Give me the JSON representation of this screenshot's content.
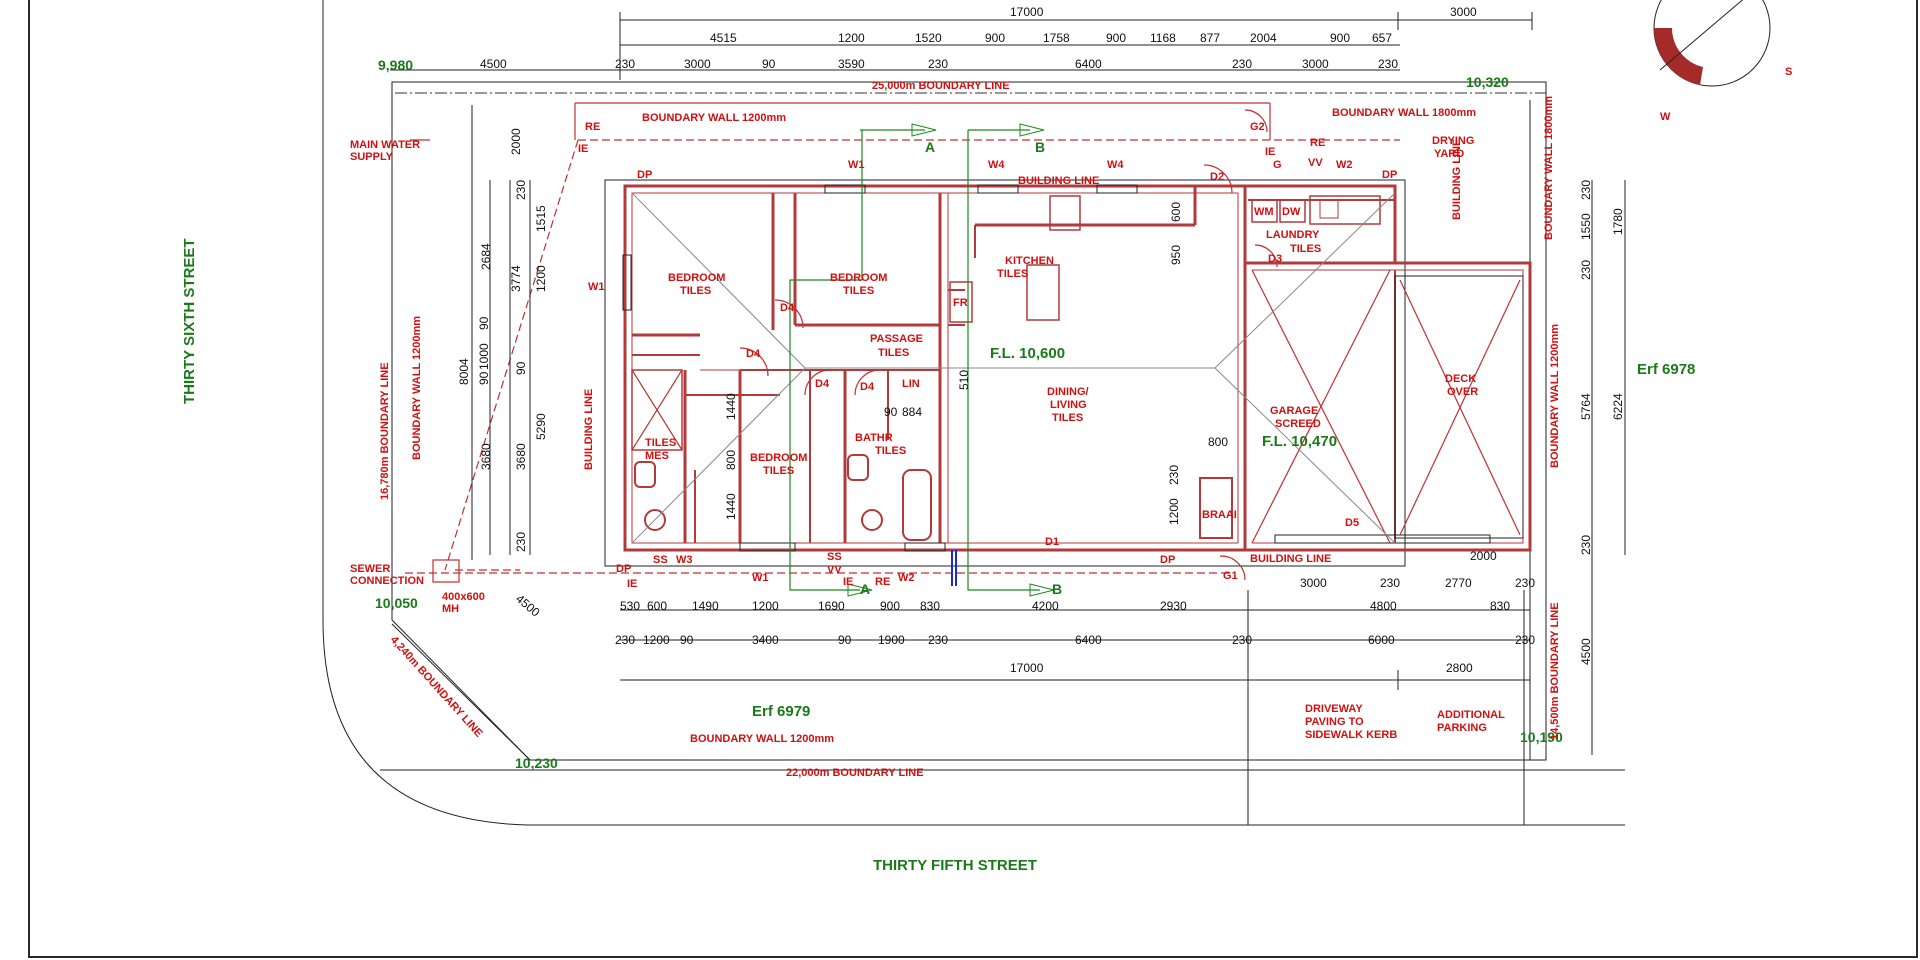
{
  "streets": {
    "thirty_sixth": "THIRTY SIXTH STREET",
    "thirty_fifth": "THIRTY FIFTH STREET"
  },
  "erfs": {
    "east": "Erf 6978",
    "south": "Erf 6979"
  },
  "levels": {
    "nw": "9,980",
    "ne": "10,320",
    "sw": "10,050",
    "se": "10,190",
    "s": "10,230",
    "living_fl": "F.L. 10,600",
    "garage_fl": "F.L. 10,470"
  },
  "boundary": {
    "north_line": "25,000m BOUNDARY LINE",
    "south_line": "22,000m BOUNDARY LINE",
    "west_line": "16,780m BOUNDARY LINE",
    "east_line": "14,500m BOUNDARY LINE",
    "corner_line": "4,240m BOUNDARY LINE",
    "north_wall": "BOUNDARY WALL 1200mm",
    "north_wall_east": "BOUNDARY WALL 1800mm",
    "south_wall": "BOUNDARY WALL 1200mm",
    "west_wall": "BOUNDARY WALL 1200mm",
    "east_wall_top": "BOUNDARY WALL 1800mm",
    "east_wall_mid": "BOUNDARY WALL 1200mm"
  },
  "labels": {
    "building_line": "BUILDING LINE",
    "main_water": "MAIN WATER",
    "supply": "SUPPLY",
    "sewer": "SEWER",
    "connection": "CONNECTION",
    "mh1": "400x600",
    "mh2": "MH",
    "drying": "DRYING",
    "yard": "YARD",
    "driveway": "DRIVEWAY",
    "paving": "PAVING TO",
    "kerb": "SIDEWALK KERB",
    "additional": "ADDITIONAL",
    "parking": "PARKING",
    "deck": "DECK",
    "over": "OVER"
  },
  "rooms": {
    "bed1": "BEDROOM",
    "bed1_f": "TILES",
    "bed2": "BEDROOM",
    "bed2_f": "TILES",
    "bed3": "BEDROOM",
    "bed3_f": "TILES",
    "passage": "PASSAGE",
    "passage_f": "TILES",
    "kitchen": "KITCHEN",
    "kitchen_f": "TILES",
    "dining": "DINING/",
    "living": "LIVING",
    "dining_f": "TILES",
    "ens": "TILES",
    "ens2": "MES",
    "bath": "BATHR",
    "bath_f": "TILES",
    "laundry": "LAUNDRY",
    "laundry_f": "TILES",
    "garage": "GARAGE",
    "garage_f": "SCREED",
    "braai": "BRAAI",
    "lin": "LIN",
    "fr": "FR",
    "wm": "WM",
    "dw": "DW"
  },
  "tags": {
    "re": "RE",
    "ie": "IE",
    "dp": "DP",
    "ss": "SS",
    "vv": "VV",
    "g": "G",
    "w1": "W1",
    "w2": "W2",
    "w3": "W3",
    "w4": "W4",
    "d1": "D1",
    "d2": "D2",
    "d3": "D3",
    "d4": "D4",
    "d5": "D5",
    "g1": "G1",
    "g2": "G2",
    "sec_a": "A",
    "sec_b": "B"
  },
  "dims": {
    "top_overall": "17000",
    "top_right": "3000",
    "top_row1": [
      "4515",
      "1200",
      "1520",
      "900",
      "1758",
      "900",
      "1168",
      "877",
      "2004",
      "900",
      "657"
    ],
    "top_row2": [
      "4500",
      "230",
      "3000",
      "90",
      "3590",
      "230",
      "6400",
      "230",
      "3000",
      "230"
    ],
    "bot_row1": [
      "530",
      "600",
      "1490",
      "1200",
      "1690",
      "900",
      "830",
      "4200",
      "2930",
      "3000",
      "230",
      "4800",
      "830"
    ],
    "bot_row2": [
      "230",
      "1200",
      "90",
      "3400",
      "90",
      "1900",
      "230",
      "6400",
      "230",
      "6000",
      "230"
    ],
    "bot_overall": "17000",
    "bot_right": "2800",
    "right_extra": [
      "2000",
      "2770",
      "230"
    ],
    "left_v": [
      "2000",
      "230",
      "1515",
      "1200",
      "2684",
      "3774",
      "8004",
      "90",
      "1000",
      "90",
      "90",
      "5290",
      "3680",
      "3680",
      "230"
    ],
    "right_v": [
      "230",
      "1550",
      "230",
      "1780",
      "5764",
      "6224",
      "230",
      "4500"
    ],
    "inner": [
      "950",
      "600",
      "510",
      "800",
      "1440",
      "800",
      "1440",
      "90",
      "884",
      "1200",
      "230",
      "4500"
    ]
  }
}
